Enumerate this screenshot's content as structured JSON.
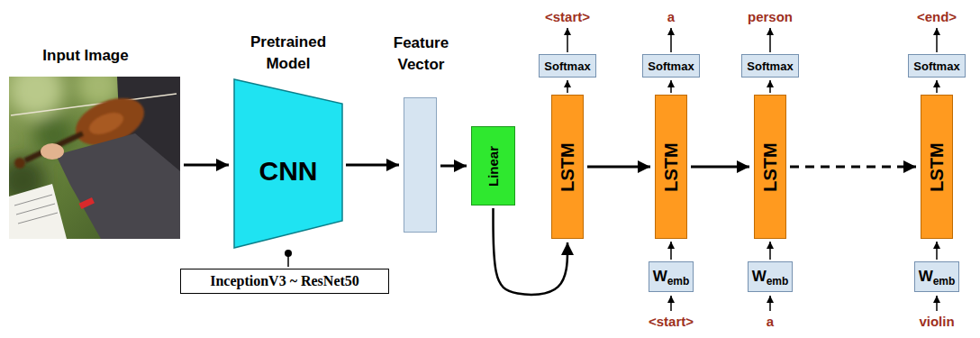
{
  "diagram": {
    "nodes": [
      {
        "text": [
          "Pretrained Model",
          "CNN"
        ]
      },
      {
        "text": [
          "InceptionV3 ~ ResNet50"
        ]
      },
      {
        "text": [
          "Feature Vector"
        ]
      },
      {
        "text": [
          "Linear"
        ]
      },
      {
        "text": [
          "Softmax"
        ]
      },
      {
        "text": [
          "LSTM"
        ]
      },
      {
        "text": [
          "Softmax"
        ]
      },
      {
        "text": [
          "LSTM"
        ]
      },
      {
        "text": [
          "W",
          "emb"
        ]
      },
      {
        "text": [
          "Softmax"
        ]
      },
      {
        "text": [
          "LSTM"
        ]
      },
      {
        "text": [
          "W",
          "emb"
        ]
      },
      {
        "text": [
          "Softmax"
        ]
      },
      {
        "text": [
          "LSTM"
        ]
      },
      {
        "text": [
          "W",
          "emb"
        ]
      }
    ],
    "edges": [
      {
        "from": 0,
        "to": 2,
        "arrow": "to"
      },
      {
        "from": 2,
        "to": 3,
        "arrow": "to"
      },
      {
        "from": 3,
        "to": 5,
        "arrow": "to"
      },
      {
        "from": 5,
        "to": 7,
        "arrow": "to"
      },
      {
        "from": 7,
        "to": 10,
        "arrow": "to"
      },
      {
        "from": 10,
        "to": 13,
        "arrow": "to"
      },
      {
        "from": 0,
        "to": 1,
        "arrow": "none"
      },
      {
        "from": 5,
        "to": 4,
        "arrow": "to"
      },
      {
        "from": 7,
        "to": 6,
        "arrow": "to"
      },
      {
        "from": 10,
        "to": 9,
        "arrow": "to"
      },
      {
        "from": 13,
        "to": 12,
        "arrow": "to"
      },
      {
        "from": 8,
        "to": 7,
        "arrow": "to"
      },
      {
        "from": 11,
        "to": 10,
        "arrow": "to"
      },
      {
        "from": 14,
        "to": 13,
        "arrow": "to"
      }
    ],
    "labels": [
      "Input Image",
      "<start>",
      "a",
      "person",
      "<end>",
      "<start>",
      "a",
      "violin"
    ]
  }
}
